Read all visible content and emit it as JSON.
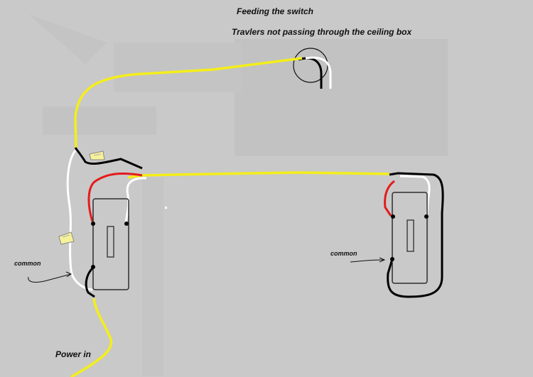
{
  "diagram": {
    "title": "Feeding the switch",
    "subtitle": "Travlers not passing through the ceiling box",
    "labels": {
      "common_left": "common",
      "common_right": "common",
      "power_in": "Power in"
    },
    "colors": {
      "background": "#c9c9c9",
      "hot_wire": "#f4ee1a",
      "neutral_wire": "#ffffff",
      "ground_wire": "#000000",
      "traveler_red": "#e51b1b",
      "wire_nut": "#f6f29a",
      "switch_outline": "#2e2e2e"
    }
  }
}
